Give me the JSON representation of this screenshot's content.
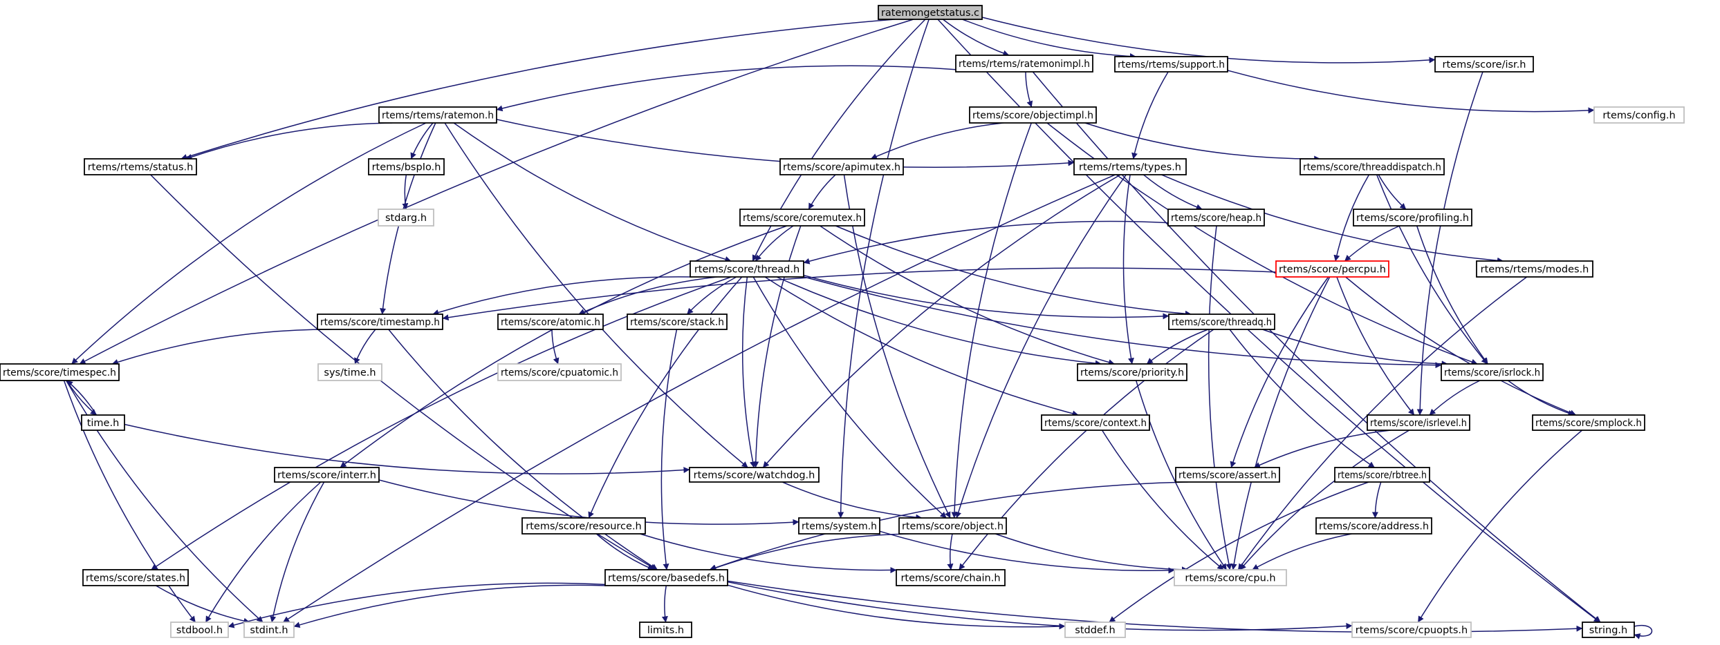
{
  "graph": {
    "edge_color": "#191970",
    "node_styles": {
      "root": {
        "fill": "#bfbfbf",
        "stroke": "#000000"
      },
      "normal": {
        "fill": "#ffffff",
        "stroke": "#000000"
      },
      "external": {
        "fill": "#ffffff",
        "stroke": "#bfbfbf"
      },
      "highlight": {
        "fill": "#ffffff",
        "stroke": "#ff0000"
      }
    },
    "nodes": [
      {
        "id": "root",
        "label": "ratemongetstatus.c",
        "style": "root"
      },
      {
        "id": "ratemonimpl",
        "label": "rtems/rtems/ratemonimpl.h",
        "style": "normal"
      },
      {
        "id": "support",
        "label": "rtems/rtems/support.h",
        "style": "normal"
      },
      {
        "id": "isr",
        "label": "rtems/score/isr.h",
        "style": "normal"
      },
      {
        "id": "ratemon",
        "label": "rtems/rtems/ratemon.h",
        "style": "normal"
      },
      {
        "id": "objectimpl",
        "label": "rtems/score/objectimpl.h",
        "style": "normal"
      },
      {
        "id": "config",
        "label": "rtems/config.h",
        "style": "external"
      },
      {
        "id": "status",
        "label": "rtems/rtems/status.h",
        "style": "normal"
      },
      {
        "id": "bspio",
        "label": "rtems/bspIo.h",
        "style": "normal"
      },
      {
        "id": "apimutex",
        "label": "rtems/score/apimutex.h",
        "style": "normal"
      },
      {
        "id": "types",
        "label": "rtems/rtems/types.h",
        "style": "normal"
      },
      {
        "id": "threaddispatch",
        "label": "rtems/score/threaddispatch.h",
        "style": "normal"
      },
      {
        "id": "stdarg",
        "label": "stdarg.h",
        "style": "external"
      },
      {
        "id": "coremutex",
        "label": "rtems/score/coremutex.h",
        "style": "normal"
      },
      {
        "id": "heap",
        "label": "rtems/score/heap.h",
        "style": "normal"
      },
      {
        "id": "profiling",
        "label": "rtems/score/profiling.h",
        "style": "normal"
      },
      {
        "id": "thread",
        "label": "rtems/score/thread.h",
        "style": "normal"
      },
      {
        "id": "percpu",
        "label": "rtems/score/percpu.h",
        "style": "highlight"
      },
      {
        "id": "modes",
        "label": "rtems/rtems/modes.h",
        "style": "normal"
      },
      {
        "id": "timestamp",
        "label": "rtems/score/timestamp.h",
        "style": "normal"
      },
      {
        "id": "atomic",
        "label": "rtems/score/atomic.h",
        "style": "normal"
      },
      {
        "id": "stack",
        "label": "rtems/score/stack.h",
        "style": "normal"
      },
      {
        "id": "threadq",
        "label": "rtems/score/threadq.h",
        "style": "normal"
      },
      {
        "id": "timespec",
        "label": "rtems/score/timespec.h",
        "style": "normal"
      },
      {
        "id": "systime",
        "label": "sys/time.h",
        "style": "external"
      },
      {
        "id": "cpuatomic",
        "label": "rtems/score/cpuatomic.h",
        "style": "external"
      },
      {
        "id": "priority",
        "label": "rtems/score/priority.h",
        "style": "normal"
      },
      {
        "id": "isrlock",
        "label": "rtems/score/isrlock.h",
        "style": "normal"
      },
      {
        "id": "time",
        "label": "time.h",
        "style": "normal"
      },
      {
        "id": "context",
        "label": "rtems/score/context.h",
        "style": "normal"
      },
      {
        "id": "isrlevel",
        "label": "rtems/score/isrlevel.h",
        "style": "normal"
      },
      {
        "id": "smplock",
        "label": "rtems/score/smplock.h",
        "style": "normal"
      },
      {
        "id": "interr",
        "label": "rtems/score/interr.h",
        "style": "normal"
      },
      {
        "id": "watchdog",
        "label": "rtems/score/watchdog.h",
        "style": "normal"
      },
      {
        "id": "assert",
        "label": "rtems/score/assert.h",
        "style": "normal"
      },
      {
        "id": "rbtree",
        "label": "rtems/score/rbtree.h",
        "style": "normal"
      },
      {
        "id": "resource",
        "label": "rtems/score/resource.h",
        "style": "normal"
      },
      {
        "id": "system",
        "label": "rtems/system.h",
        "style": "normal"
      },
      {
        "id": "object",
        "label": "rtems/score/object.h",
        "style": "normal"
      },
      {
        "id": "address",
        "label": "rtems/score/address.h",
        "style": "normal"
      },
      {
        "id": "states",
        "label": "rtems/score/states.h",
        "style": "normal"
      },
      {
        "id": "basedefs",
        "label": "rtems/score/basedefs.h",
        "style": "normal"
      },
      {
        "id": "chain",
        "label": "rtems/score/chain.h",
        "style": "normal"
      },
      {
        "id": "cpu",
        "label": "rtems/score/cpu.h",
        "style": "external"
      },
      {
        "id": "stdbool",
        "label": "stdbool.h",
        "style": "external"
      },
      {
        "id": "stdint",
        "label": "stdint.h",
        "style": "external"
      },
      {
        "id": "limits",
        "label": "limits.h",
        "style": "normal"
      },
      {
        "id": "stddef",
        "label": "stddef.h",
        "style": "external"
      },
      {
        "id": "cpuopts",
        "label": "rtems/score/cpuopts.h",
        "style": "external"
      },
      {
        "id": "string",
        "label": "string.h",
        "style": "normal"
      }
    ],
    "edges": [
      [
        "root",
        "ratemonimpl"
      ],
      [
        "root",
        "support"
      ],
      [
        "root",
        "isr"
      ],
      [
        "root",
        "status"
      ],
      [
        "root",
        "thread"
      ],
      [
        "root",
        "timespec"
      ],
      [
        "root",
        "system"
      ],
      [
        "root",
        "string"
      ],
      [
        "ratemonimpl",
        "ratemon"
      ],
      [
        "ratemonimpl",
        "objectimpl"
      ],
      [
        "ratemonimpl",
        "string"
      ],
      [
        "support",
        "types"
      ],
      [
        "support",
        "config"
      ],
      [
        "isr",
        "isrlevel"
      ],
      [
        "ratemon",
        "status"
      ],
      [
        "ratemon",
        "bspio"
      ],
      [
        "ratemon",
        "types"
      ],
      [
        "ratemon",
        "thread"
      ],
      [
        "ratemon",
        "timestamp"
      ],
      [
        "ratemon",
        "timespec"
      ],
      [
        "ratemon",
        "watchdog"
      ],
      [
        "bspio",
        "stdarg"
      ],
      [
        "status",
        "basedefs"
      ],
      [
        "objectimpl",
        "apimutex"
      ],
      [
        "objectimpl",
        "threaddispatch"
      ],
      [
        "objectimpl",
        "object"
      ],
      [
        "objectimpl",
        "isrlock"
      ],
      [
        "apimutex",
        "coremutex"
      ],
      [
        "apimutex",
        "object"
      ],
      [
        "types",
        "heap"
      ],
      [
        "types",
        "modes"
      ],
      [
        "types",
        "object"
      ],
      [
        "types",
        "priority"
      ],
      [
        "types",
        "watchdog"
      ],
      [
        "types",
        "stdint"
      ],
      [
        "threaddispatch",
        "percpu"
      ],
      [
        "threaddispatch",
        "profiling"
      ],
      [
        "threaddispatch",
        "isrlock"
      ],
      [
        "coremutex",
        "thread"
      ],
      [
        "coremutex",
        "threadq"
      ],
      [
        "coremutex",
        "priority"
      ],
      [
        "coremutex",
        "watchdog"
      ],
      [
        "coremutex",
        "interr"
      ],
      [
        "heap",
        "thread"
      ],
      [
        "heap",
        "cpu"
      ],
      [
        "profiling",
        "percpu"
      ],
      [
        "profiling",
        "isrlock"
      ],
      [
        "thread",
        "atomic"
      ],
      [
        "thread",
        "stack"
      ],
      [
        "thread",
        "threadq"
      ],
      [
        "thread",
        "timestamp"
      ],
      [
        "thread",
        "priority"
      ],
      [
        "thread",
        "isrlock"
      ],
      [
        "thread",
        "context"
      ],
      [
        "thread",
        "watchdog"
      ],
      [
        "thread",
        "object"
      ],
      [
        "thread",
        "resource"
      ],
      [
        "thread",
        "states"
      ],
      [
        "percpu",
        "timestamp"
      ],
      [
        "percpu",
        "isrlevel"
      ],
      [
        "percpu",
        "smplock"
      ],
      [
        "percpu",
        "assert"
      ],
      [
        "percpu",
        "cpu"
      ],
      [
        "modes",
        "cpu"
      ],
      [
        "timestamp",
        "timespec"
      ],
      [
        "timestamp",
        "systime"
      ],
      [
        "timestamp",
        "basedefs"
      ],
      [
        "atomic",
        "cpuatomic"
      ],
      [
        "stack",
        "basedefs"
      ],
      [
        "threadq",
        "priority"
      ],
      [
        "threadq",
        "isrlock"
      ],
      [
        "threadq",
        "rbtree"
      ],
      [
        "threadq",
        "chain"
      ],
      [
        "timespec",
        "time"
      ],
      [
        "timespec",
        "stdbool"
      ],
      [
        "timespec",
        "stdint"
      ],
      [
        "time",
        "timespec"
      ],
      [
        "time",
        "watchdog"
      ],
      [
        "priority",
        "cpu"
      ],
      [
        "isrlock",
        "isrlevel"
      ],
      [
        "isrlock",
        "smplock"
      ],
      [
        "context",
        "cpu"
      ],
      [
        "isrlevel",
        "assert"
      ],
      [
        "isrlevel",
        "cpu"
      ],
      [
        "smplock",
        "cpuopts"
      ],
      [
        "interr",
        "system"
      ],
      [
        "interr",
        "stdbool"
      ],
      [
        "interr",
        "stdint"
      ],
      [
        "watchdog",
        "object"
      ],
      [
        "assert",
        "basedefs"
      ],
      [
        "rbtree",
        "address"
      ],
      [
        "rbtree",
        "stddef"
      ],
      [
        "resource",
        "basedefs"
      ],
      [
        "resource",
        "chain"
      ],
      [
        "system",
        "cpu"
      ],
      [
        "object",
        "basedefs"
      ],
      [
        "object",
        "chain"
      ],
      [
        "object",
        "cpu"
      ],
      [
        "address",
        "cpu"
      ],
      [
        "states",
        "stdint"
      ],
      [
        "basedefs",
        "stdbool"
      ],
      [
        "basedefs",
        "stdint"
      ],
      [
        "basedefs",
        "limits"
      ],
      [
        "basedefs",
        "stddef"
      ],
      [
        "basedefs",
        "cpuopts"
      ],
      [
        "basedefs",
        "string"
      ],
      [
        "string",
        "string"
      ]
    ]
  }
}
